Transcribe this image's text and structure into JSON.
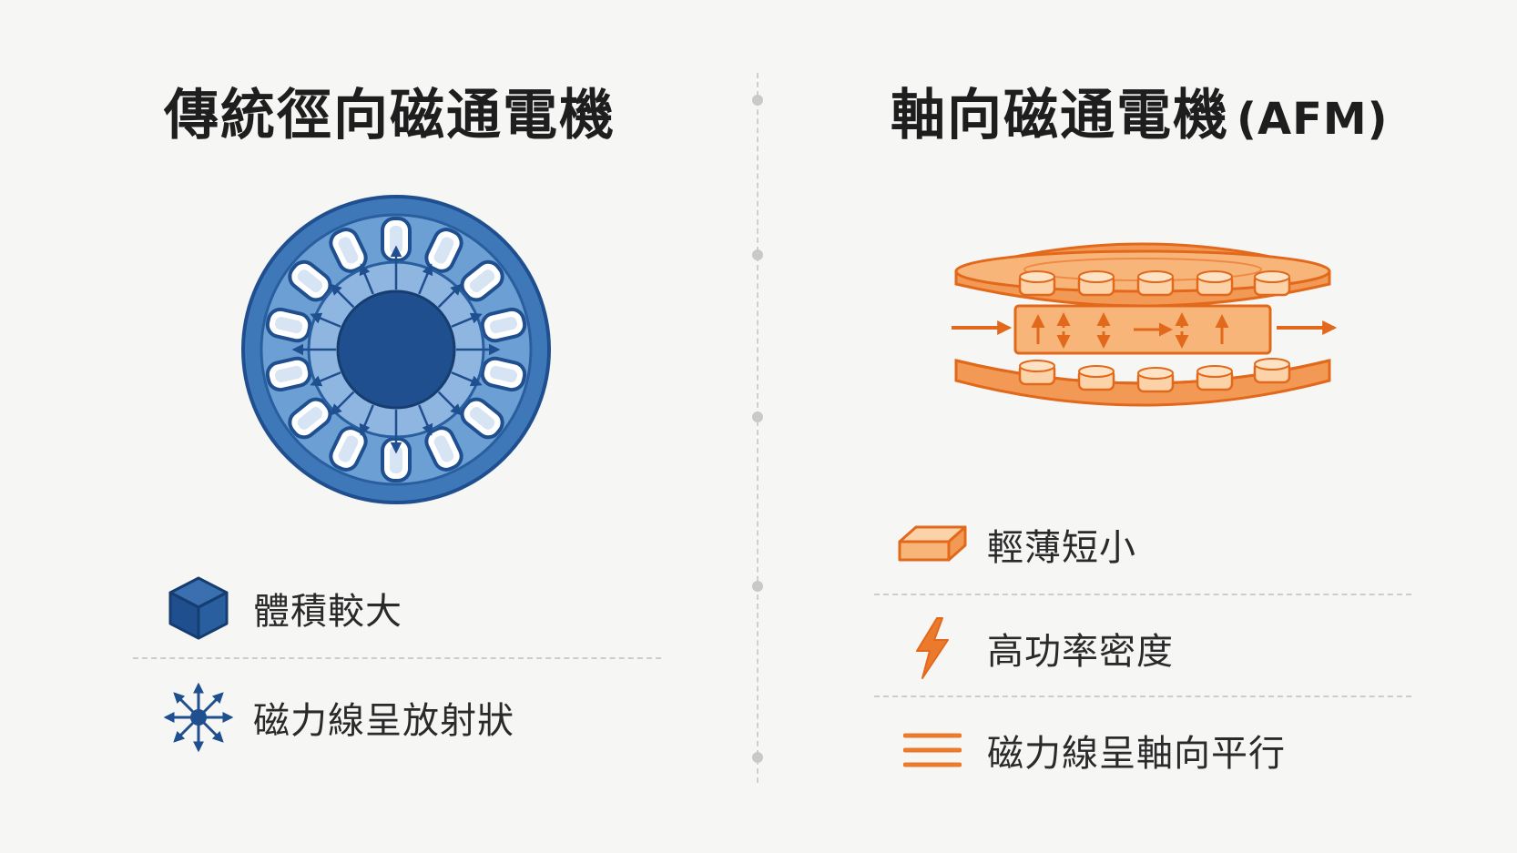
{
  "left": {
    "title": "傳統徑向磁通電機",
    "features": [
      {
        "icon": "cube-icon",
        "label": "體積較大"
      },
      {
        "icon": "radial-arrows-icon",
        "label": "磁力線呈放射狀"
      }
    ]
  },
  "right": {
    "title": "軸向磁通電機",
    "title_suffix": "(AFM)",
    "features": [
      {
        "icon": "flat-slab-icon",
        "label": "輕薄短小"
      },
      {
        "icon": "lightning-bolt-icon",
        "label": "高功率密度"
      },
      {
        "icon": "parallel-lines-icon",
        "label": "磁力線呈軸向平行"
      }
    ]
  },
  "colors": {
    "blue_dark": "#1f4f8f",
    "blue_mid": "#4a86c5",
    "blue_light": "#8fb6e0",
    "orange": "#ec7a2c",
    "orange_light": "#f7b57a",
    "orange_pale": "#fcd3a8"
  }
}
